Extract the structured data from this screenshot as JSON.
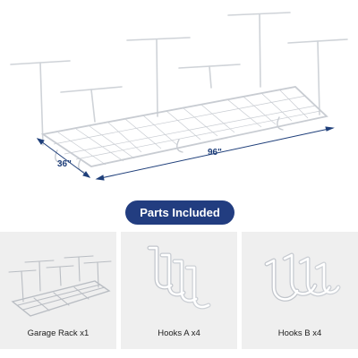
{
  "hero": {
    "width_label": "96\"",
    "depth_label": "36\""
  },
  "banner": {
    "label": "Parts Included"
  },
  "parts": [
    {
      "caption": "Garage Rack x1",
      "icon": "garage-rack-icon"
    },
    {
      "caption": "Hooks A x4",
      "icon": "hooks-a-icon"
    },
    {
      "caption": "Hooks B x4",
      "icon": "hooks-b-icon"
    }
  ],
  "colors": {
    "banner": "#223d80",
    "panel": "#efefef",
    "dimension": "#1f3f7a"
  }
}
